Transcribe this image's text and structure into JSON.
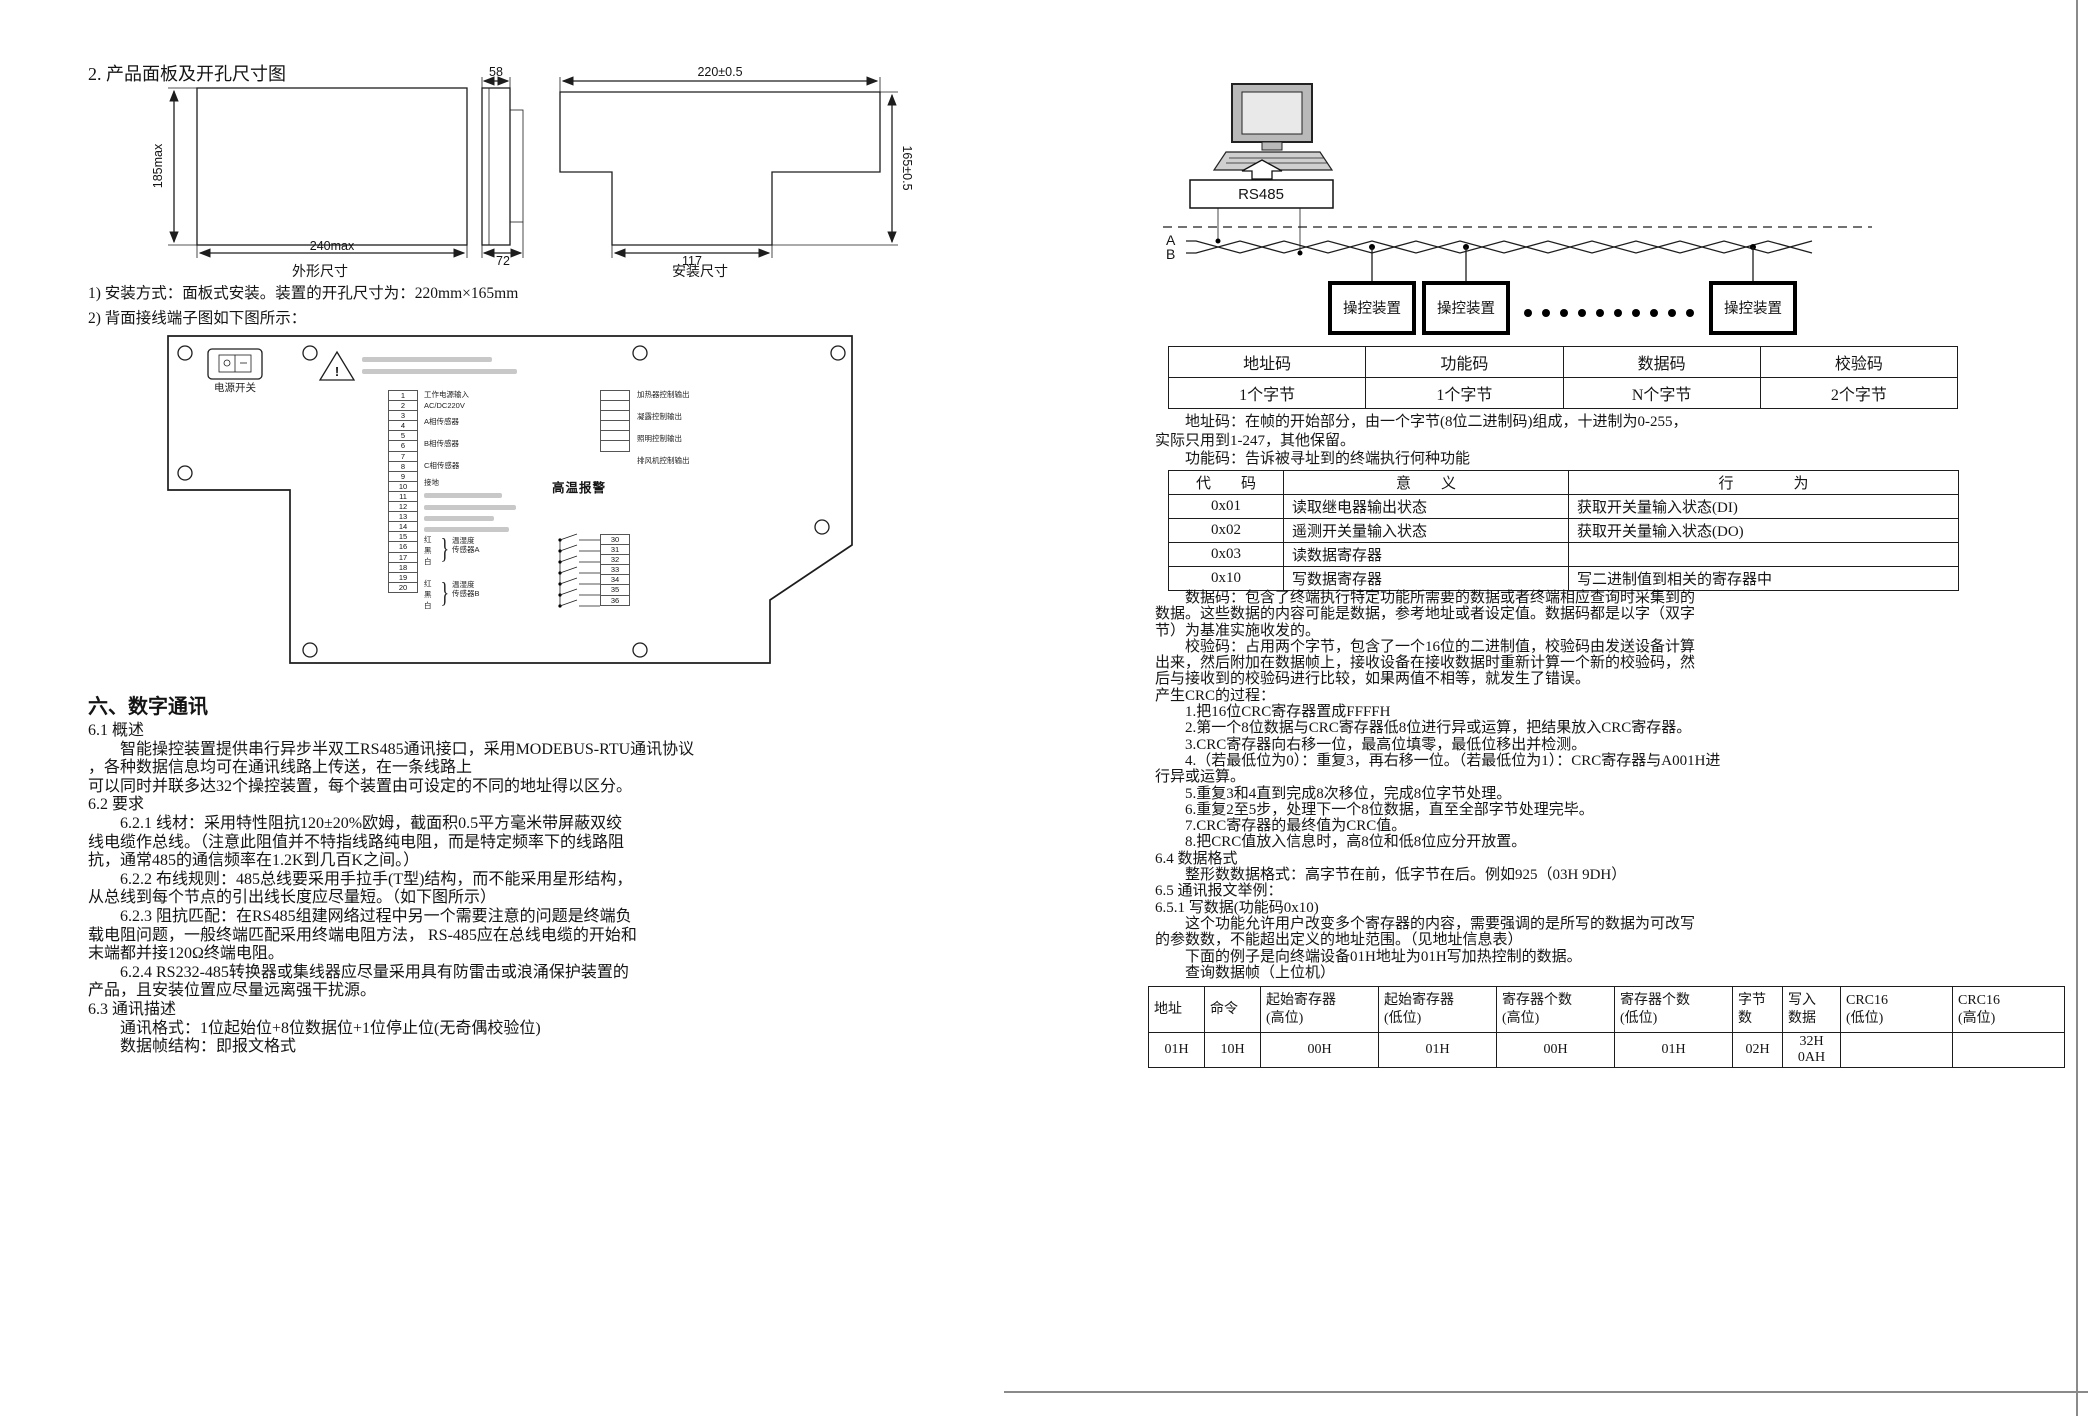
{
  "left": {
    "title": "2. 产品面板及开孔尺寸图",
    "dims": {
      "height": "185max",
      "width": "240max",
      "depth_top": "58",
      "depth_bottom": "72",
      "cut_width": "220±0.5",
      "cut_height": "165±0.5",
      "cut_bottom": "117",
      "caption_outline": "外形尺寸",
      "caption_install": "安装尺寸"
    },
    "note1": "1) 安装方式：面板式安装。装置的开孔尺寸为：220mm×165mm",
    "note2": "2) 背面接线端子图如下图所示：",
    "terminal": {
      "power_switch": "电源开关",
      "warning_mark": "!",
      "brace": "}",
      "high_temp": "高温报警",
      "left_numbers": [
        "1",
        "2",
        "3",
        "4",
        "5",
        "6",
        "7",
        "8",
        "9",
        "10",
        "11",
        "12",
        "13",
        "14",
        "15",
        "16",
        "17",
        "18",
        "19",
        "20"
      ],
      "right_numbers": [
        "30",
        "31",
        "32",
        "33",
        "34",
        "35",
        "36"
      ],
      "labels": {
        "power_in": "工作电源输入",
        "power_v": "AC/DC220V",
        "phase_a": "A相传感器",
        "phase_b": "B相传感器",
        "phase_c": "C相传感器",
        "ground": "接地",
        "heater_out": "加热器控制输出",
        "condense_out": "凝露控制输出",
        "light_out": "照明控制输出",
        "fan_out": "排风机控制输出",
        "sensor_a": "温湿度\n传感器A",
        "sensor_b": "温湿度\n传感器B",
        "wire_colors": [
          "红",
          "黑",
          "白"
        ]
      }
    },
    "section6": {
      "title": "六、数字通讯",
      "lines": [
        "6.1 概述",
        "　　智能操控装置提供串行异步半双工RS485通讯接口，采用MODEBUS-RTU通讯协议",
        "，各种数据信息均可在通讯线路上传送，在一条线路上",
        "可以同时并联多达32个操控装置，每个装置由可设定的不同的地址得以区分。",
        "6.2 要求",
        "　　6.2.1 线材：采用特性阻抗120±20%欧姆，截面积0.5平方毫米带屏蔽双绞",
        "线电缆作总线。（注意此阻值并不特指线路纯电阻，而是特定频率下的线路阻",
        "抗，通常485的通信频率在1.2K到几百K之间。）",
        "　　6.2.2 布线规则：485总线要采用手拉手(T型)结构，而不能采用星形结构，",
        "从总线到每个节点的引出线长度应尽量短。（如下图所示）",
        "　　6.2.3 阻抗匹配：在RS485组建网络过程中另一个需要注意的问题是终端负",
        "载电阻问题，一般终端匹配采用终端电阻方法， RS-485应在总线电缆的开始和",
        "末端都并接120Ω终端电阻。",
        "　　6.2.4 RS232-485转换器或集线器应尽量采用具有防雷击或浪涌保护装置的",
        "产品，且安装位置应尽量远离强干扰源。",
        "6.3 通讯描述",
        "　　通讯格式：1位起始位+8位数据位+1位停止位(无奇偶校验位)",
        "　　数据帧结构：即报文格式"
      ]
    }
  },
  "right": {
    "bus": {
      "rs485": "RS485",
      "a": "A",
      "b": "B",
      "device": "操控装置"
    },
    "frame_table": {
      "headers": [
        "地址码",
        "功能码",
        "数据码",
        "校验码"
      ],
      "values": [
        "1个字节",
        "1个字节",
        "N个字节",
        "2个字节"
      ]
    },
    "addr_lines": [
      "　　地址码：在帧的开始部分，由一个字节(8位二进制码)组成，十进制为0-255，",
      "实际只用到1-247，其他保留。",
      "　　功能码：告诉被寻址到的终端执行何种功能"
    ],
    "func_table": {
      "headers": [
        "代　　码",
        "意　　义",
        "行　　　　为"
      ],
      "rows": [
        {
          "code": "0x01",
          "meaning": "读取继电器输出状态",
          "action": "获取开关量输入状态(DI)"
        },
        {
          "code": "0x02",
          "meaning": "遥测开关量输入状态",
          "action": "获取开关量输入状态(DO)"
        },
        {
          "code": "0x03",
          "meaning": "读数据寄存器",
          "action": ""
        },
        {
          "code": "0x10",
          "meaning": "写数据寄存器",
          "action": "写二进制值到相关的寄存器中"
        }
      ]
    },
    "body_lines": [
      "　　数据码：包含了终端执行特定功能所需要的数据或者终端相应查询时采集到的",
      "数据。这些数据的内容可能是数据，参考地址或者设定值。数据码都是以字（双字",
      "节）为基准实施收发的。",
      "　　校验码：占用两个字节，包含了一个16位的二进制值，校验码由发送设备计算",
      "出来，然后附加在数据帧上，接收设备在接收数据时重新计算一个新的校验码，然",
      "后与接收到的校验码进行比较，如果两值不相等，就发生了错误。",
      "产生CRC的过程：",
      "　　1.把16位CRC寄存器置成FFFFH",
      "　　2.第一个8位数据与CRC寄存器低8位进行异或运算，把结果放入CRC寄存器。",
      "　　3.CRC寄存器向右移一位，最高位填零，最低位移出并检测。",
      "　　4.（若最低位为0）：重复3，再右移一位。（若最低位为1）：CRC寄存器与A001H进",
      "行异或运算。",
      "　　5.重复3和4直到完成8次移位，完成8位字节处理。",
      "　　6.重复2至5步，处理下一个8位数据，直至全部字节处理完毕。",
      "　　7.CRC寄存器的最终值为CRC值。",
      "　　8.把CRC值放入信息时，高8位和低8位应分开放置。",
      "6.4 数据格式",
      "　　整形数数据格式：高字节在前，低字节在后。例如925（03H 9DH）",
      "6.5 通讯报文举例：",
      "6.5.1 写数据(功能码0x10)",
      "　　这个功能允许用户改变多个寄存器的内容，需要强调的是所写的数据为可改写",
      "的参数数，不能超出定义的地址范围。（见地址信息表）",
      "　　下面的例子是向终端设备01H地址为01H写加热控制的数据。",
      "　　查询数据帧（上位机）"
    ],
    "query_table": {
      "headers": [
        "地址",
        "命令",
        "起始寄存器\n(高位)",
        "起始寄存器\n(低位)",
        "寄存器个数\n(高位)",
        "寄存器个数\n(低位)",
        "字节\n数",
        "写入\n数据",
        "CRC16\n(低位)",
        "CRC16\n(高位)"
      ],
      "values": [
        "01H",
        "10H",
        "00H",
        "01H",
        "00H",
        "01H",
        "02H",
        "32H\n0AH",
        "",
        ""
      ]
    }
  }
}
